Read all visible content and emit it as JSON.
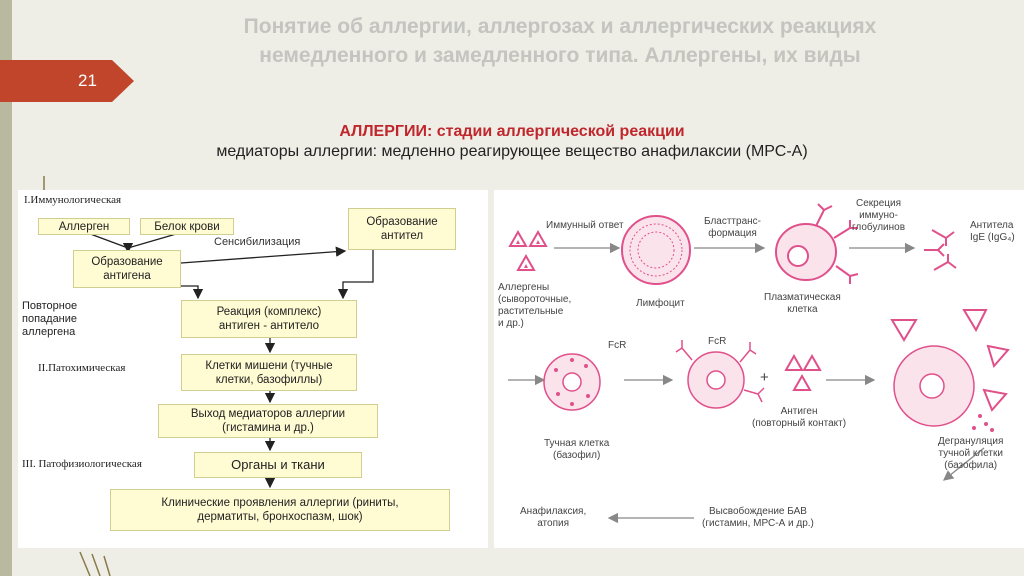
{
  "slide": {
    "title_line1": "Понятие об аллергии, аллергозах и аллергических реакциях",
    "title_line2": "немедленного и замедленного типа. Аллергены, их виды",
    "number": "21",
    "subtitle_bold": "АЛЛЕРГИИ: стадии аллергической реакции",
    "subtitle": "медиаторы аллергии: медленно реагирующее вещество анафилаксии (МРС-А)",
    "colors": {
      "accent": "#c0272d",
      "badge": "#c1452a",
      "box_fill": "#fffbd3",
      "cell_pink": "#e0508a"
    }
  },
  "flow": {
    "stage1": "I.Иммунологическая",
    "stage2": "II.Патохимическая",
    "stage3": "III. Патофизиологическая",
    "repeat_note": [
      "Повторное",
      "попадание",
      "аллергена"
    ],
    "sensitization": "Сенсибилизация",
    "boxes": {
      "allergen": "Аллерген",
      "blood_protein": "Белок крови",
      "antigen_formation": [
        "Образование",
        "антигена"
      ],
      "antibody_formation": [
        "Образование",
        "антител"
      ],
      "complex": [
        "Реакция (комплекс)",
        "антиген - антитело"
      ],
      "target_cells": [
        "Клетки мишени (тучные",
        "клетки, базофиллы)"
      ],
      "mediators": [
        "Выход медиаторов аллергии",
        "(гистамина и др.)"
      ],
      "organs": "Органы и ткани",
      "clinical": [
        "Клинические проявления аллергии (риниты,",
        "дерматиты, бронхоспазм, шок)"
      ]
    }
  },
  "scheme": {
    "immune_response": "Иммунный ответ",
    "blast": [
      "Бласттранс-",
      "формация"
    ],
    "secretion": [
      "Секреция",
      "иммуно-",
      "глобулинов"
    ],
    "antibodies": [
      "Антитела",
      "IgE (IgG₄)"
    ],
    "allergens": [
      "Аллергены",
      "(сывороточные,",
      "растительные",
      "и др.)"
    ],
    "lymphocyte": "Лимфоцит",
    "plasma_cell": [
      "Плазматическая",
      "клетка"
    ],
    "fcr1": "FcR",
    "fcr2": "FcR",
    "plus": "+",
    "mast_cell": [
      "Тучная клетка",
      "(базофил)"
    ],
    "antigen": [
      "Антиген",
      "(повторный контакт)"
    ],
    "degranulation": [
      "Дегрануляция",
      "тучной клетки",
      "(базофила)"
    ],
    "anaphylaxis": [
      "Анафилаксия,",
      "атопия"
    ],
    "bav_release": [
      "Высвобождение БАВ",
      "(гистамин, МРС-А и др.)"
    ]
  }
}
